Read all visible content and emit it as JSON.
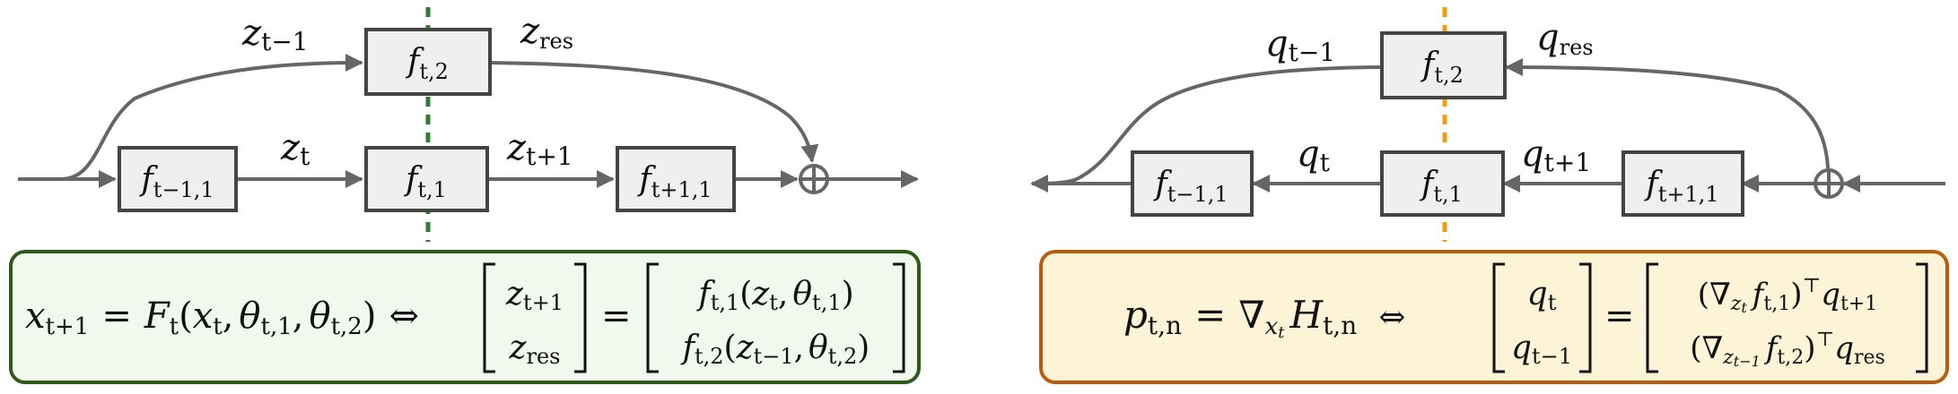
{
  "colors": {
    "line": "#666666",
    "box_fill": "#efefef",
    "box_stroke": "#444444",
    "forward_divider": "#2e7d32",
    "forward_panel_fill": "#f1f8ee",
    "forward_panel_stroke": "#2e5a18",
    "backward_divider": "#f39c12",
    "backward_panel_fill": "#fdf3d6",
    "backward_panel_stroke": "#b85c0e"
  },
  "forward": {
    "blocks": {
      "prev": {
        "sym": "f",
        "sub": "t−1,1"
      },
      "curr1": {
        "sym": "f",
        "sub": "t,1"
      },
      "curr2": {
        "sym": "f",
        "sub": "t,2"
      },
      "next": {
        "sym": "f",
        "sub": "t+1,1"
      }
    },
    "labels": {
      "skip_in": {
        "sym": "z",
        "sub": "t−1"
      },
      "skip_out": {
        "sym": "z",
        "sub": "res"
      },
      "mid1": {
        "sym": "z",
        "sub": "t"
      },
      "mid2": {
        "sym": "z",
        "sub": "t+1"
      }
    },
    "sum_symbol": "⊕",
    "eq": {
      "lhs_var": "x",
      "lhs_sub": "t+1",
      "equals": "=",
      "F": "F",
      "F_sub": "t",
      "arg_open": "(",
      "arg_x": "x",
      "arg_x_sub": "t",
      "comma": ",",
      "theta": "θ",
      "theta1_sub": "t,1",
      "theta2_sub": "t,2",
      "arg_close": ")",
      "iff": "⇔",
      "vec_top": {
        "sym": "z",
        "sub": "t+1"
      },
      "vec_bot": {
        "sym": "z",
        "sub": "res"
      },
      "rhs_top": {
        "f": "f",
        "f_sub": "t,1",
        "open": "(",
        "z": "z",
        "z_sub": "t",
        "comma": ",",
        "theta": "θ",
        "theta_sub": "t,1",
        "close": ")"
      },
      "rhs_bot": {
        "f": "f",
        "f_sub": "t,2",
        "open": "(",
        "z": "z",
        "z_sub": "t−1",
        "comma": ",",
        "theta": "θ",
        "theta_sub": "t,2",
        "close": ")"
      }
    }
  },
  "backward": {
    "blocks": {
      "prev": {
        "sym": "f",
        "sub": "t−1,1"
      },
      "curr1": {
        "sym": "f",
        "sub": "t,1"
      },
      "curr2": {
        "sym": "f",
        "sub": "t,2"
      },
      "next": {
        "sym": "f",
        "sub": "t+1,1"
      }
    },
    "labels": {
      "skip_in": {
        "sym": "q",
        "sub": "t−1"
      },
      "skip_out": {
        "sym": "q",
        "sub": "res"
      },
      "mid1": {
        "sym": "q",
        "sub": "t"
      },
      "mid2": {
        "sym": "q",
        "sub": "t+1"
      }
    },
    "sum_symbol": "⊕",
    "eq": {
      "p": "p",
      "p_sub": "t,n",
      "equals": "=",
      "nabla": "∇",
      "nabla_sub": "x",
      "nabla_sub_sub": "t",
      "H": "H",
      "H_sub": "t,n",
      "iff": "⇔",
      "vec_top": {
        "sym": "q",
        "sub": "t"
      },
      "vec_bot": {
        "sym": "q",
        "sub": "t−1"
      },
      "rhs_top": {
        "open": "(",
        "nabla": "∇",
        "nabla_sub": "z",
        "nabla_sub_sub": "t",
        "f": "f",
        "f_sub": "t,1",
        "close": ")",
        "T": "⊤",
        "q": "q",
        "q_sub": "t+1"
      },
      "rhs_bot": {
        "open": "(",
        "nabla": "∇",
        "nabla_sub": "z",
        "nabla_sub_sub": "t−1",
        "f": "f",
        "f_sub": "t,2",
        "close": ")",
        "T": "⊤",
        "q": "q",
        "q_sub": "res"
      }
    }
  }
}
